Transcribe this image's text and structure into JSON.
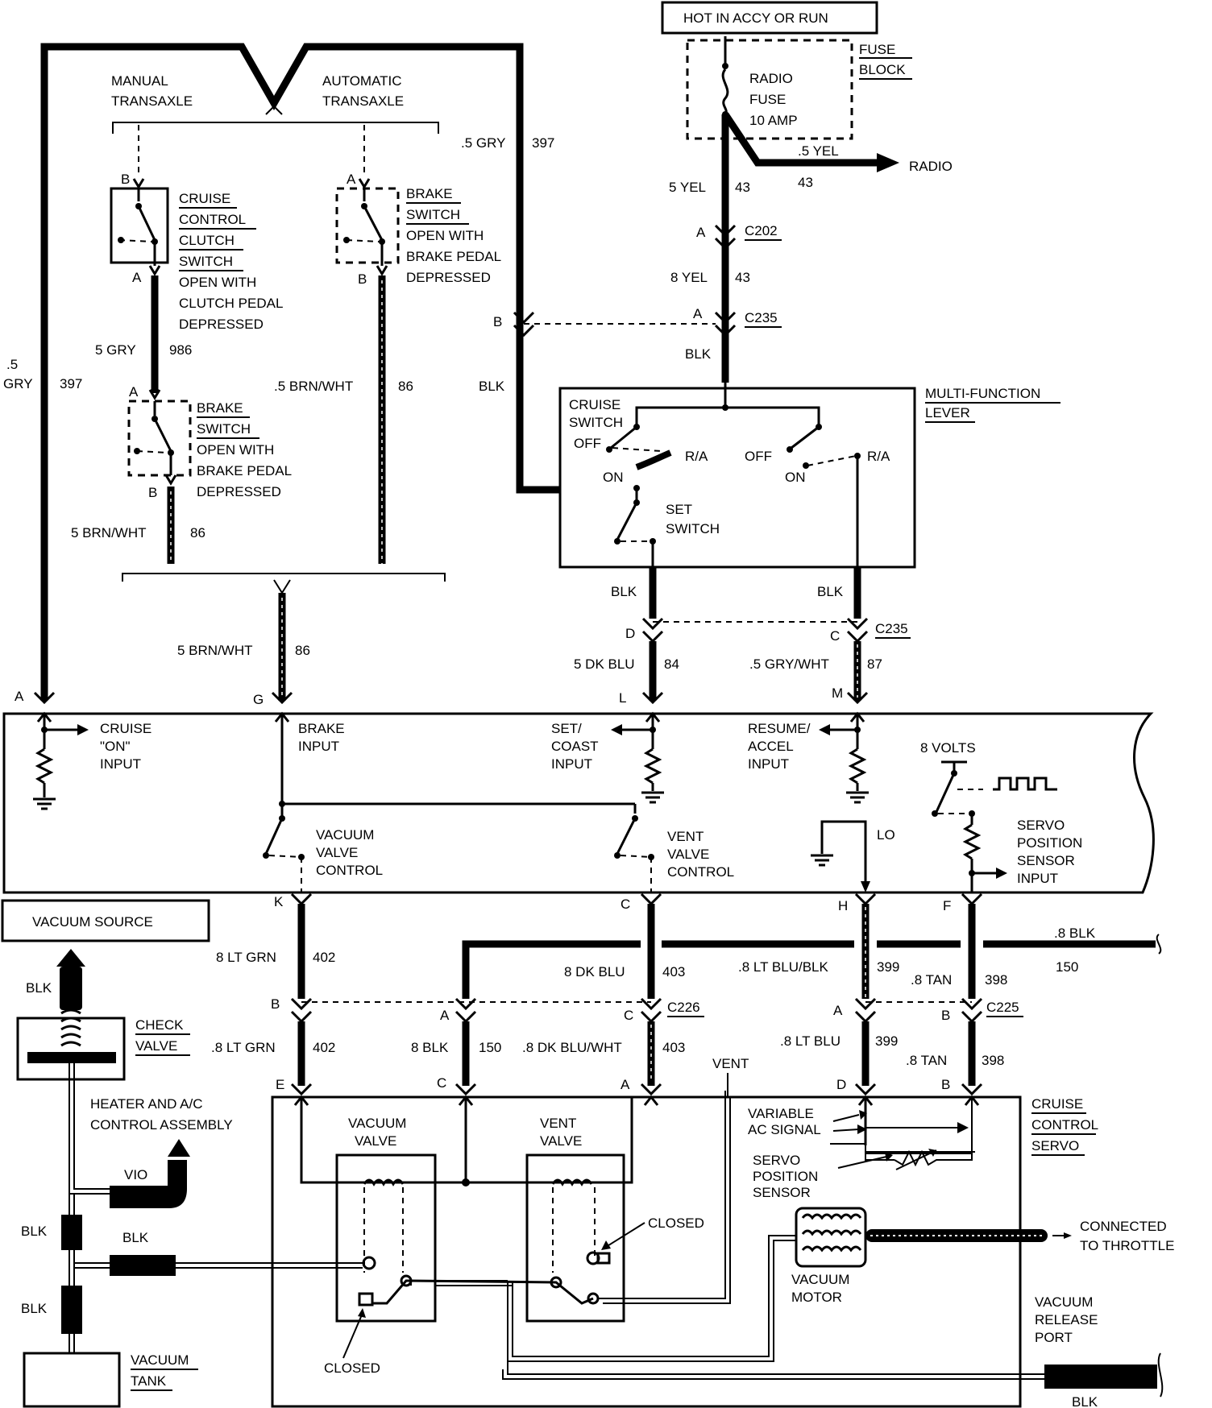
{
  "labels": {
    "hot_in_accy": "HOT IN ACCY OR RUN",
    "fuse_block_1": "FUSE",
    "fuse_block_2": "BLOCK",
    "radio_fuse_1": "RADIO",
    "radio_fuse_2": "FUSE",
    "radio_fuse_3": "10 AMP",
    "radio": "RADIO",
    "yel_5_right": ".5 YEL",
    "c43_right": "43",
    "yel_5": "5 YEL",
    "c43_a": "43",
    "c202": "C202",
    "pin_a_c202": "A",
    "yel_8": "8 YEL",
    "c43_b": "43",
    "c235_top": "C235",
    "pin_a_c235": "A",
    "pin_b_c235": "B",
    "blk_c235": "BLK",
    "blk_left": "BLK",
    "gry_5_397_top": ".5 GRY",
    "c397_top": "397",
    "manual_1": "MANUAL",
    "manual_2": "TRANSAXLE",
    "auto_1": "AUTOMATIC",
    "auto_2": "TRANSAXLE",
    "clutch_1": "CRUISE",
    "clutch_2": "CONTROL",
    "clutch_3": "CLUTCH",
    "clutch_4": "SWITCH",
    "clutch_5": "OPEN WITH",
    "clutch_6": "CLUTCH PEDAL",
    "clutch_7": "DEPRESSED",
    "brake_auto_1": "BRAKE",
    "brake_auto_2": "SWITCH",
    "brake_auto_3": "OPEN WITH",
    "brake_auto_4": "BRAKE PEDAL",
    "brake_auto_5": "DEPRESSED",
    "pin_b_clutch": "B",
    "pin_a_clutch": "A",
    "pin_a_brakeauto": "A",
    "pin_b_brakeauto": "B",
    "gry_986": "5 GRY",
    "c986": "986",
    "gry_5_left_1": ".5",
    "gry_5_left_2": "GRY",
    "c397_left": "397",
    "brn_wht_auto": ".5 BRN/WHT",
    "c86_auto": "86",
    "brake_man_1": "BRAKE",
    "brake_man_2": "SWITCH",
    "brake_man_3": "OPEN WITH",
    "brake_man_4": "BRAKE PEDAL",
    "brake_man_5": "DEPRESSED",
    "pin_a_brakeman": "A",
    "pin_b_brakeman": "B",
    "brn_wht_man": "5 BRN/WHT",
    "c86_man": "86",
    "brn_wht_g": "5 BRN/WHT",
    "c86_g": "86",
    "mfl_1": "MULTI-FUNCTION",
    "mfl_2": "LEVER",
    "cruise_switch_1": "CRUISE",
    "cruise_switch_2": "SWITCH",
    "off_1": "OFF",
    "on_1": "ON",
    "ra_1": "R/A",
    "off_2": "OFF",
    "on_2": "ON",
    "ra_2": "R/A",
    "set_switch_1": "SET",
    "set_switch_2": "SWITCH",
    "blk_d": "BLK",
    "blk_c": "BLK",
    "c235_mid": "C235",
    "pin_d_c235": "D",
    "pin_c_c235": "C",
    "dk_blu_84": "5 DK BLU",
    "c84": "84",
    "gry_wht_87": ".5 GRY/WHT",
    "c87": "87",
    "pin_a_mod": "A",
    "pin_g_mod": "G",
    "pin_l_mod": "L",
    "pin_m_mod": "M",
    "cruise_on_1": "CRUISE",
    "cruise_on_2": "\"ON\"",
    "cruise_on_3": "INPUT",
    "brake_input_1": "BRAKE",
    "brake_input_2": "INPUT",
    "set_coast_1": "SET/",
    "set_coast_2": "COAST",
    "set_coast_3": "INPUT",
    "resume_1": "RESUME/",
    "resume_2": "ACCEL",
    "resume_3": "INPUT",
    "volts_8": "8 VOLTS",
    "lo": "LO",
    "servo_pos_in_1": "SERVO",
    "servo_pos_in_2": "POSITION",
    "servo_pos_in_3": "SENSOR",
    "servo_pos_in_4": "INPUT",
    "vac_ctrl_1": "VACUUM",
    "vac_ctrl_2": "VALVE",
    "vac_ctrl_3": "CONTROL",
    "vent_ctrl_1": "VENT",
    "vent_ctrl_2": "VALVE",
    "vent_ctrl_3": "CONTROL",
    "pin_k": "K",
    "pin_c_mod": "C",
    "pin_h": "H",
    "pin_f": "F",
    "lt_grn_402_top": "8 LT GRN",
    "c402_top": "402",
    "dk_blu_403_top": "8 DK BLU",
    "c403_top": "403",
    "lt_blu_blk_399": ".8 LT BLU/BLK",
    "c399_top": "399",
    "tan_398_top": ".8 TAN",
    "c398_top": "398",
    "blk_8_150_top": ".8 BLK",
    "c150_top": "150",
    "vacuum_source": "VACUUM SOURCE",
    "pin_b_c226": "B",
    "pin_a_c226": "A",
    "pin_c_c226": "C",
    "c226": "C226",
    "pin_a_c225": "A",
    "pin_b_c225": "B",
    "c225": "C225",
    "lt_grn_402_bot": ".8 LT GRN",
    "c402_bot": "402",
    "blk_8_150_bot": "8 BLK",
    "c150_bot": "150",
    "dk_blu_wht": ".8 DK BLU/WHT",
    "c403_bot": "403",
    "lt_blu_399_bot": ".8 LT BLU",
    "c399_bot": "399",
    "tan_398_bot": ".8 TAN",
    "c398_bot": "398",
    "vent": "VENT",
    "pin_e_servo": "E",
    "pin_c_servo": "C",
    "pin_a_servo": "A",
    "pin_d_servo": "D",
    "pin_b_servo": "B",
    "servo_1": "CRUISE",
    "servo_2": "CONTROL",
    "servo_3": "SERVO",
    "vacuum_valve_1": "VACUUM",
    "vacuum_valve_2": "VALVE",
    "vent_valve_1": "VENT",
    "vent_valve_2": "VALVE",
    "var_ac_1": "VARIABLE",
    "var_ac_2": "AC SIGNAL",
    "sps_1": "SERVO",
    "sps_2": "POSITION",
    "sps_3": "SENSOR",
    "closed_vent": "CLOSED",
    "closed_vac": "CLOSED",
    "vacuum_motor_1": "VACUUM",
    "vacuum_motor_2": "MOTOR",
    "throttle_1": "CONNECTED",
    "throttle_2": "TO THROTTLE",
    "release_1": "VACUUM",
    "release_2": "RELEASE",
    "release_3": "PORT",
    "blk_release": "BLK",
    "check_valve_1": "CHECK",
    "check_valve_2": "VALVE",
    "hvac_1": "HEATER AND A/C",
    "hvac_2": "CONTROL ASSEMBLY",
    "vio": "VIO",
    "blk_hose_top": "BLK",
    "blk_hose_1": "BLK",
    "blk_hose_2": "BLK",
    "blk_hose_3": "BLK",
    "vac_tank_1": "VACUUM",
    "vac_tank_2": "TANK"
  }
}
